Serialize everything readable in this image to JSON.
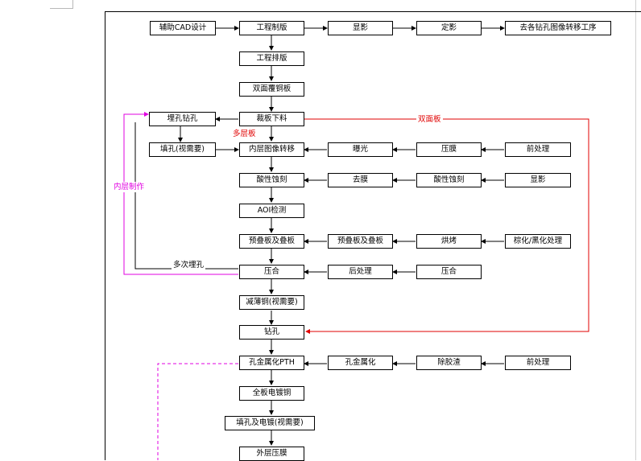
{
  "nodes": {
    "cad": "辅助CAD设计",
    "photoplot": "工程制版",
    "develop1": "显影",
    "fix": "定影",
    "transfer": "去各钻孔图像转移工序",
    "prepress": "工程排版",
    "ccl": "双面覆铜板",
    "cut": "裁板下料",
    "buried_drill": "埋孔钻孔",
    "fill": "填孔(视需要)",
    "inner_image": "内层图像转移",
    "expose": "曝光",
    "laminate_film": "压膜",
    "pretreat1": "前处理",
    "acid_etch": "酸性蚀刻",
    "strip": "去膜",
    "acid_etch2": "酸性蚀刻",
    "develop2": "显影",
    "aoi": "AOI检测",
    "prestack": "预叠板及叠板",
    "prestack2": "预叠板及叠板",
    "bake": "烘烤",
    "oxide": "棕化/黑化处理",
    "press": "压合",
    "posttreat": "后处理",
    "press2": "压合",
    "thin_copper": "减薄铜(视需要)",
    "drill": "钻孔",
    "pth": "孔金属化PTH",
    "metallize": "孔金属化",
    "desmear": "除胶渣",
    "pretreat2": "前处理",
    "panel_plate": "全板电镀铜",
    "fill_plate": "填孔及电镀(视需要)",
    "outer_film": "外层压膜"
  },
  "labels": {
    "double_sided": "双面板",
    "multilayer": "多层板",
    "inner_layer": "内层制作",
    "multi_buried": "多次埋孔"
  },
  "colors": {
    "line": "#000000",
    "red": "#e00000",
    "magenta": "#e000e0"
  }
}
